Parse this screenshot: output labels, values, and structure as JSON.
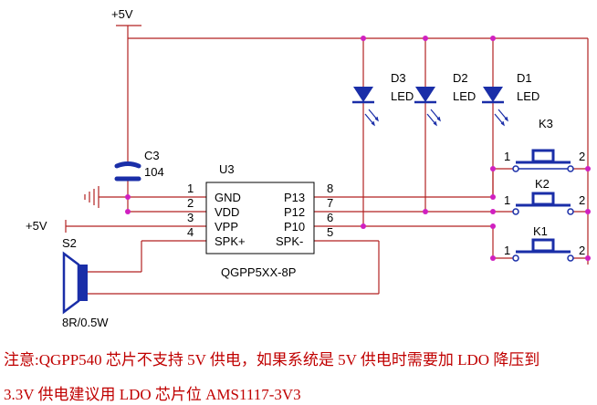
{
  "power": {
    "top_label": "+5V",
    "vpp_label": "+5V"
  },
  "capacitor": {
    "ref": "C3",
    "value": "104"
  },
  "ic": {
    "ref": "U3",
    "part_number": "QGPP5XX-8P",
    "left_pins": [
      {
        "num": "1",
        "name": "GND"
      },
      {
        "num": "2",
        "name": "VDD"
      },
      {
        "num": "3",
        "name": "VPP"
      },
      {
        "num": "4",
        "name": "SPK+"
      }
    ],
    "right_pins": [
      {
        "num": "8",
        "name": "P13"
      },
      {
        "num": "7",
        "name": "P12"
      },
      {
        "num": "6",
        "name": "P10"
      },
      {
        "num": "5",
        "name": "SPK-"
      }
    ]
  },
  "leds": [
    {
      "ref": "D3",
      "type": "LED"
    },
    {
      "ref": "D2",
      "type": "LED"
    },
    {
      "ref": "D1",
      "type": "LED"
    }
  ],
  "switches": [
    {
      "ref": "K3",
      "pin1": "1",
      "pin2": "2"
    },
    {
      "ref": "K2",
      "pin1": "1",
      "pin2": "2"
    },
    {
      "ref": "K1",
      "pin1": "1",
      "pin2": "2"
    }
  ],
  "speaker": {
    "ref": "S2",
    "value": "8R/0.5W"
  },
  "notes": {
    "line1": "注意:QGPP540 芯片不支持 5V 供电，如果系统是 5V 供电时需要加 LDO 降压到",
    "line2": "3.3V 供电建议用 LDO 芯片位 AMS1117-3V3"
  },
  "colors": {
    "wire": "#b22222",
    "component": "#1a2ea8",
    "junction": "#d020c0",
    "note": "#c00000"
  }
}
